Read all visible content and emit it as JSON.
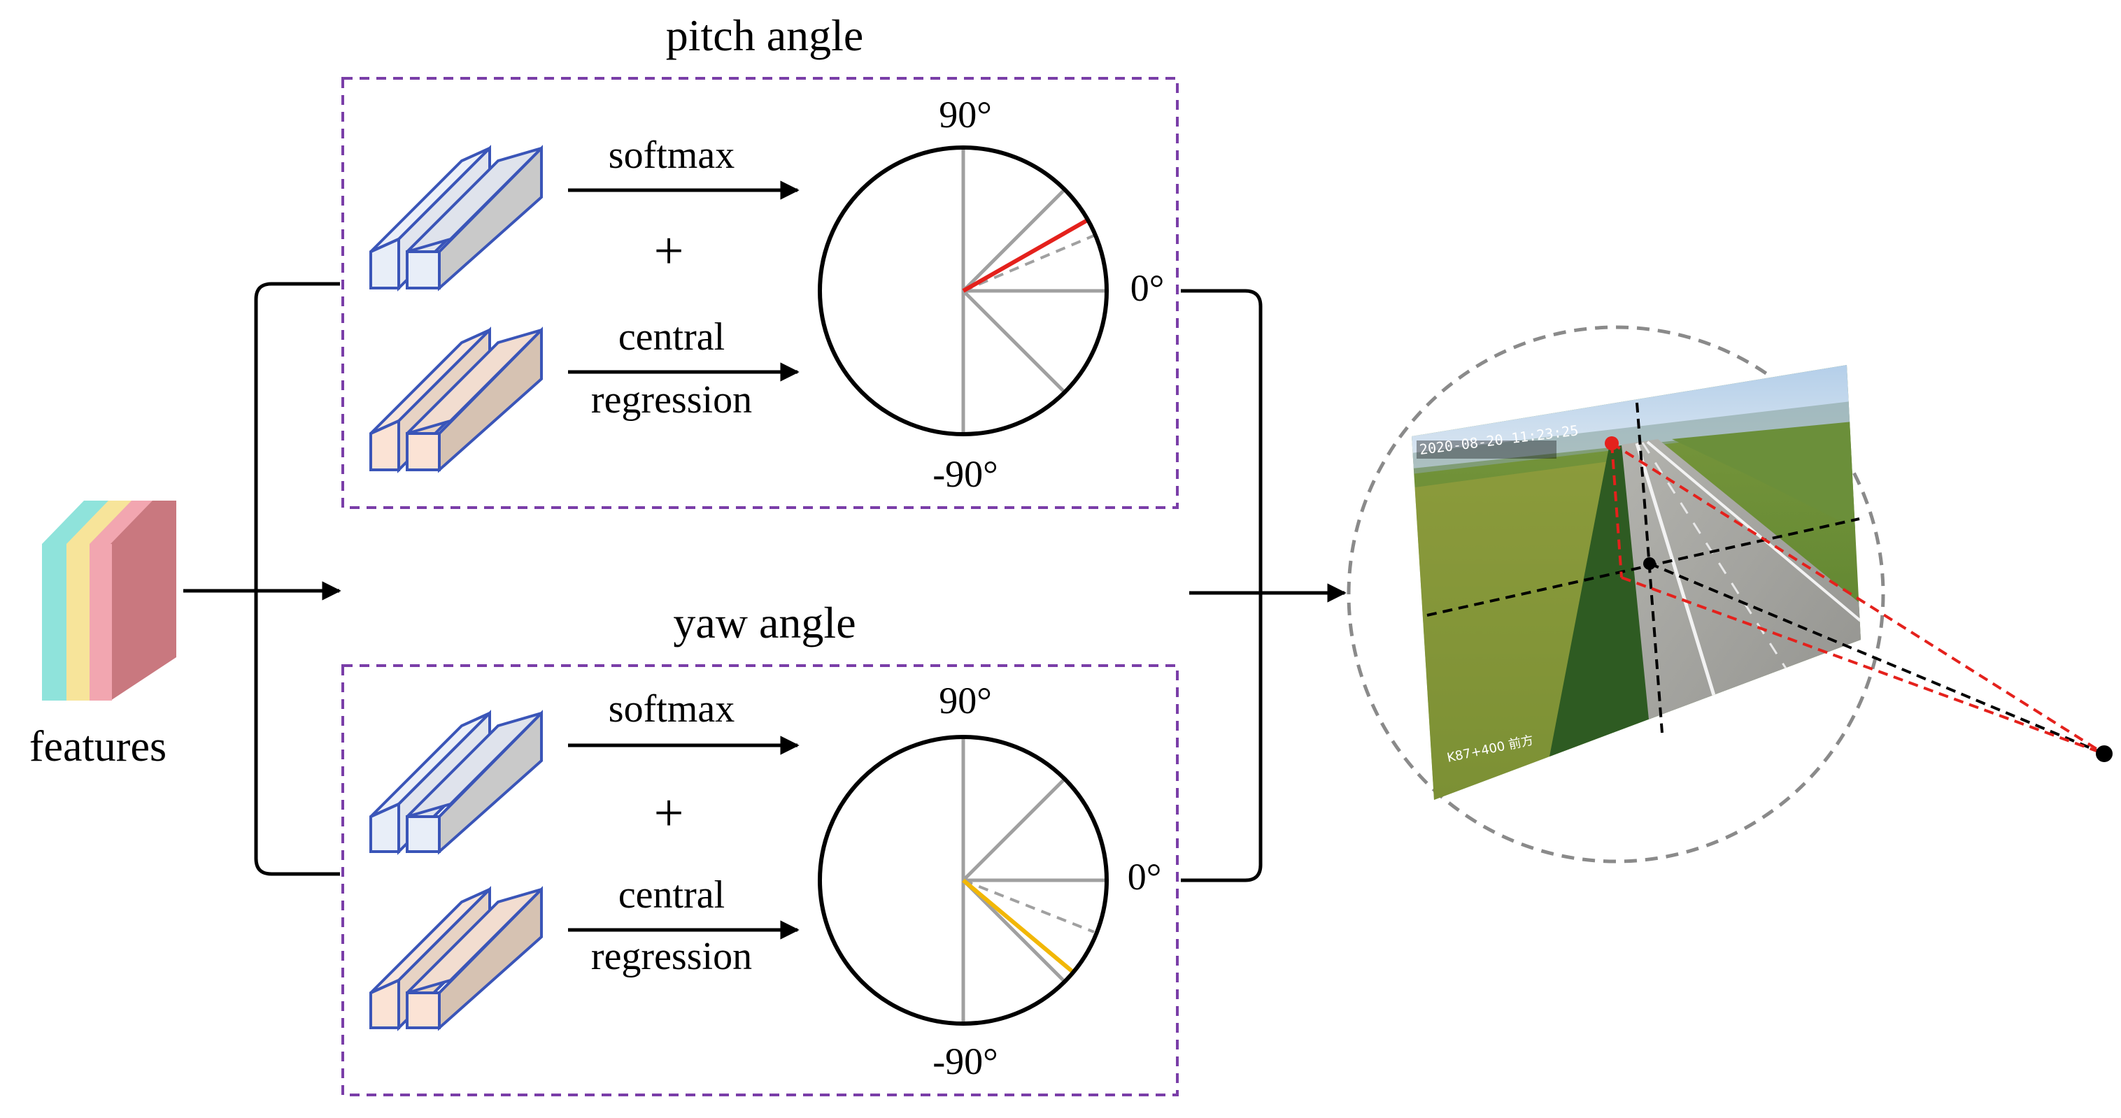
{
  "features": {
    "label": "features"
  },
  "pitch": {
    "title": "pitch angle",
    "op1": "softmax",
    "plus": "+",
    "op2_line1": "central",
    "op2_line2": "regression",
    "deg_top": "90°",
    "deg_right": "0°",
    "deg_bottom": "-90°"
  },
  "yaw": {
    "title": "yaw angle",
    "op1": "softmax",
    "plus": "+",
    "op2_line1": "central",
    "op2_line2": "regression",
    "deg_top": "90°",
    "deg_right": "0°",
    "deg_bottom": "-90°"
  },
  "camera_image": {
    "overlay_timestamp": "2020-08-20 11:23:25",
    "overlay_caption": "K87+400 前方"
  },
  "colors": {
    "frame_border": "#7a3ea8",
    "block_border": "#3a55b8",
    "pitch_pred": "#e4211c",
    "yaw_pred": "#f2b705",
    "ref_lines": "#a0a0a0",
    "feat_cyan": "#8fe3db",
    "feat_yellow": "#f7e49a",
    "feat_pink": "#f2a6b0",
    "feat_side": "#c9787f"
  }
}
